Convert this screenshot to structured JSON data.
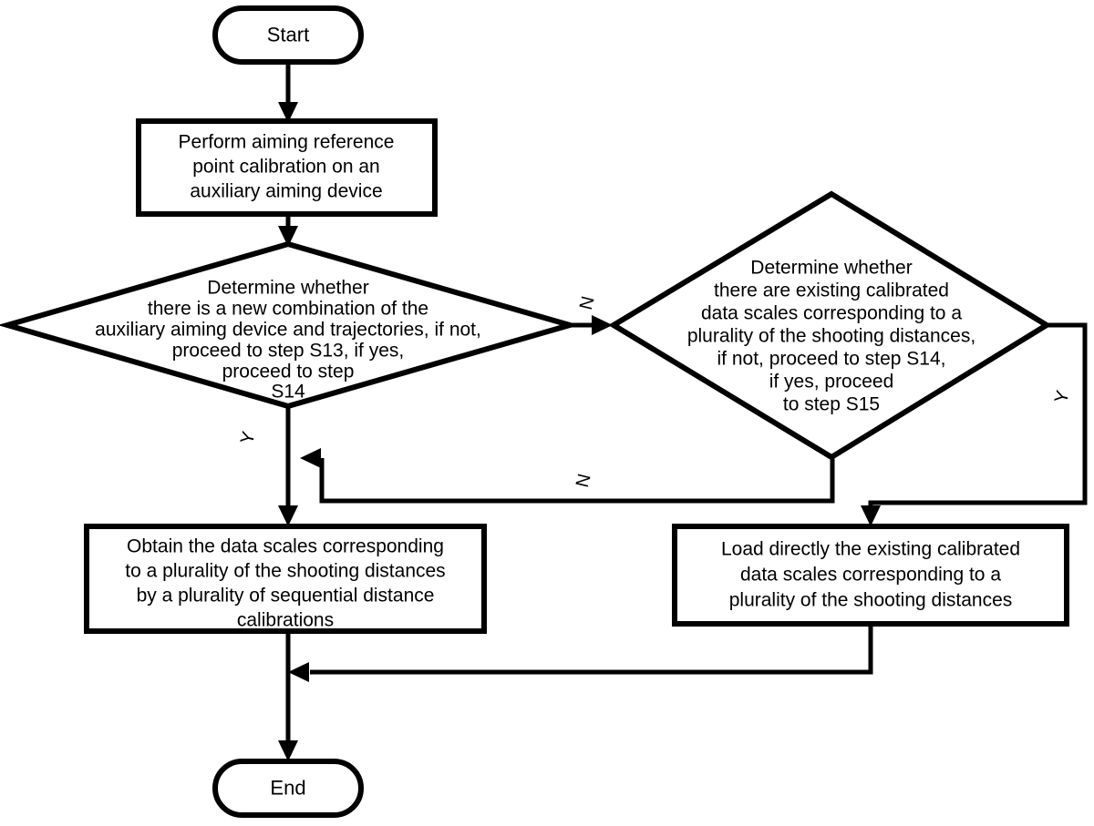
{
  "diagram": {
    "title": "Aiming calibration flowchart",
    "type": "flowchart",
    "background_color": "#ffffff",
    "stroke_color": "#000000",
    "nodes": {
      "start": {
        "shape": "terminator",
        "label": "Start"
      },
      "process_calibration": {
        "shape": "process",
        "lines": [
          "Perform aiming reference",
          "point calibration on an",
          "auxiliary aiming device"
        ]
      },
      "decision_new_combination": {
        "shape": "decision",
        "lines": [
          "Determine whether",
          "there is a new combination of the",
          "auxiliary aiming device and trajectories, if not,",
          "proceed to step S13, if yes,",
          "proceed to step",
          "S14"
        ]
      },
      "decision_existing_scales": {
        "shape": "decision",
        "lines": [
          "Determine whether",
          "there are existing calibrated",
          "data scales corresponding to a",
          "plurality of the shooting distances,",
          "if not, proceed to step S14,",
          "if yes, proceed",
          "to step S15"
        ]
      },
      "process_obtain_scales": {
        "shape": "process",
        "lines": [
          "Obtain the data scales corresponding",
          "to a plurality of the shooting distances",
          "by a plurality of sequential distance",
          "calibrations"
        ]
      },
      "process_load_scales": {
        "shape": "process",
        "lines": [
          "Load directly the existing calibrated",
          "data scales corresponding to a",
          "plurality of the shooting distances"
        ]
      },
      "end": {
        "shape": "terminator",
        "label": "End"
      }
    },
    "edge_labels": {
      "decision1_no": "N",
      "decision1_yes": "Y",
      "decision2_no": "N",
      "decision2_yes": "Y"
    }
  }
}
